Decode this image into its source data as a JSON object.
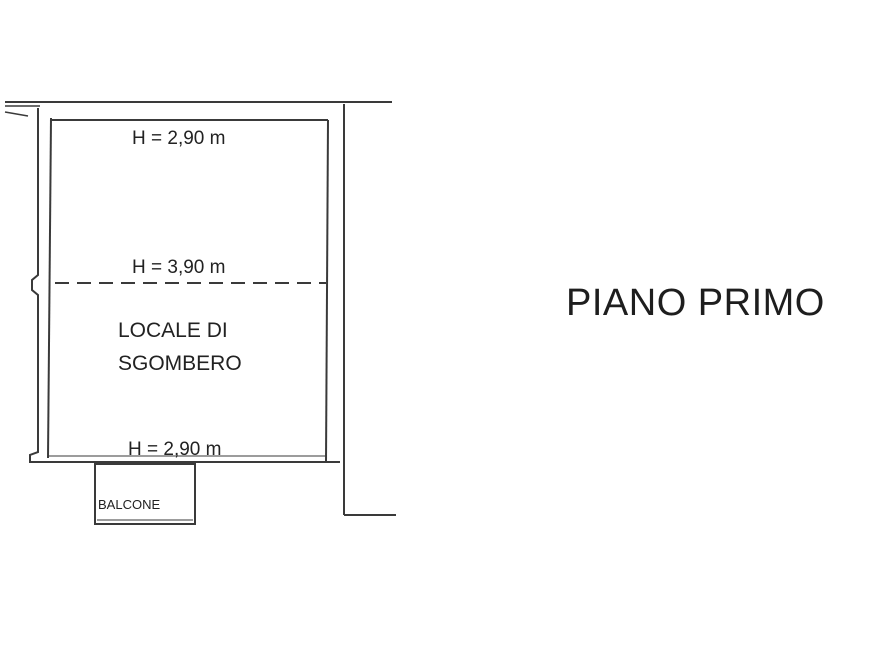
{
  "plan": {
    "heights": {
      "top": "H = 2,90 m",
      "middle": "H = 3,90 m",
      "bottom": "H = 2,90 m"
    },
    "room": {
      "line1": "LOCALE DI",
      "line2": "SGOMBERO"
    },
    "balcony": "BALCONE"
  },
  "title": "PIANO PRIMO",
  "colors": {
    "lines": "#3a3a3a",
    "text": "#222222",
    "background": "#ffffff"
  }
}
